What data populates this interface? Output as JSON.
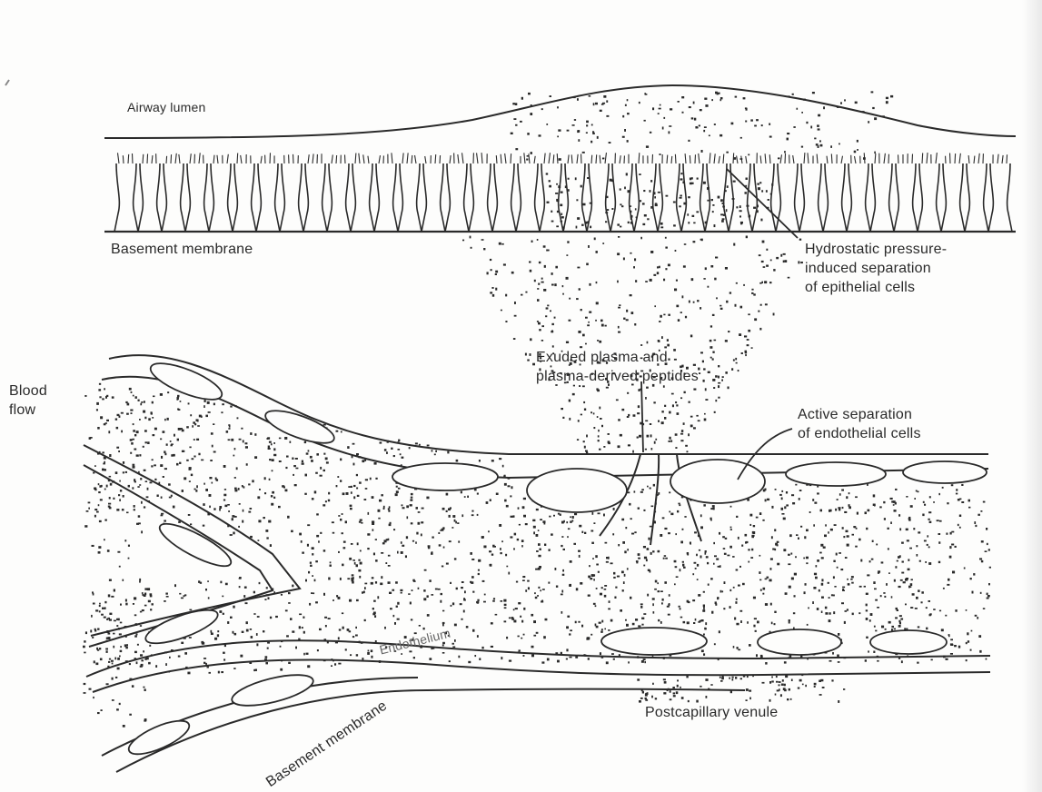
{
  "labels": {
    "airway_lumen": "Airway lumen",
    "basement_membrane_top": "Basement membrane",
    "hydrostatic": [
      "Hydrostatic pressure-",
      "induced separation",
      "of epithelial cells"
    ],
    "exuded": [
      "Exuded plasma and",
      "plasma-derived peptides"
    ],
    "blood_flow": [
      "Blood",
      "flow"
    ],
    "active_separation": [
      "Active separation",
      "of endothelial cells"
    ],
    "endothelium": "Endothelium",
    "postcapillary": "Postcapillary venule",
    "basement_membrane_bottom": "Basement membrane"
  },
  "colors": {
    "ink": "#2a2a2a",
    "paper": "#fdfdfc"
  }
}
